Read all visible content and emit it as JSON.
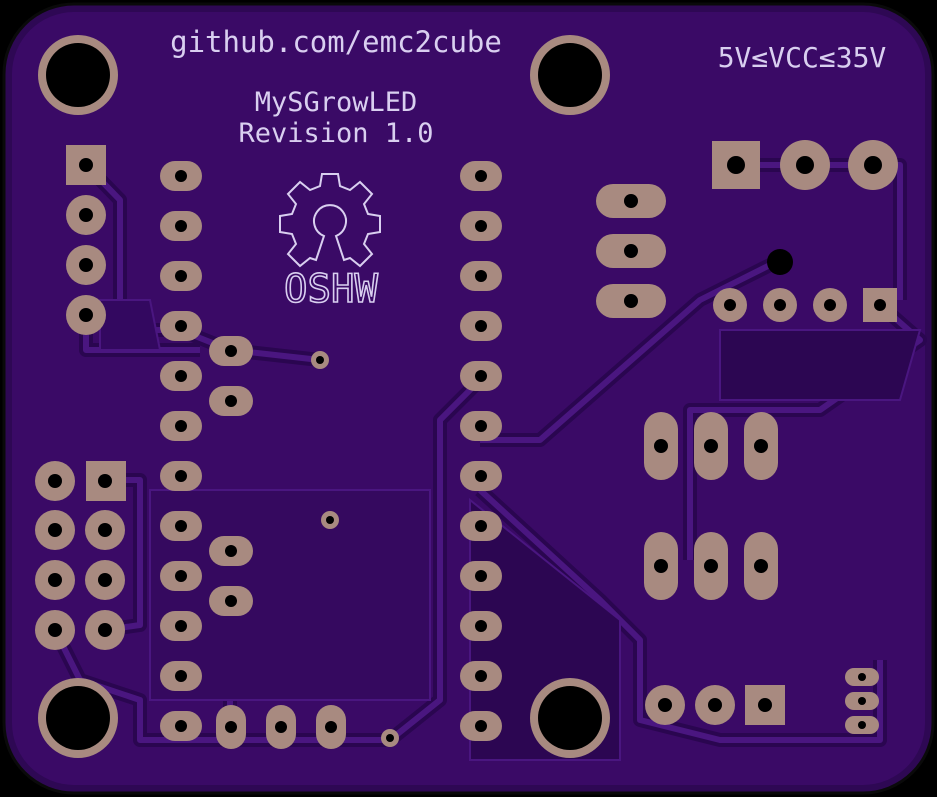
{
  "board": {
    "silkscreen": {
      "url": "github.com/emc2cube",
      "name": "MySGrowLED",
      "revision": "Revision 1.0",
      "voltage": "5V≤VCC≤35V",
      "logo_text": "OSHW"
    },
    "colors": {
      "substrate": "#2e0854",
      "copper_fill": "#3a0a66",
      "trace": "#4a1680",
      "pad": "#a88a80",
      "hole": "#000000",
      "silk": "#d9cff0",
      "edge": "#0a0a0a"
    },
    "icons": [
      "gear-icon"
    ]
  }
}
